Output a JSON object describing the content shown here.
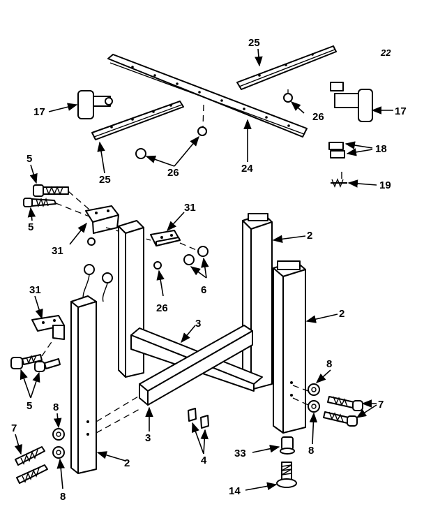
{
  "diagram": {
    "corner_mark": "22",
    "callouts": {
      "c2a": "2",
      "c2b": "2",
      "c2c": "2",
      "c3a": "3",
      "c3b": "3",
      "c4": "4",
      "c5a": "5",
      "c5b": "5",
      "c5c": "5",
      "c6": "6",
      "c7a": "7",
      "c7b": "7",
      "c8a": "8",
      "c8b": "8",
      "c8c": "8",
      "c8d": "8",
      "c14": "14",
      "c17a": "17",
      "c17b": "17",
      "c18": "18",
      "c19": "19",
      "c24": "24",
      "c25a": "25",
      "c25b": "25",
      "c26a": "26",
      "c26b": "26",
      "c26c": "26",
      "c31a": "31",
      "c31b": "31",
      "c31c": "31",
      "c33": "33"
    }
  }
}
